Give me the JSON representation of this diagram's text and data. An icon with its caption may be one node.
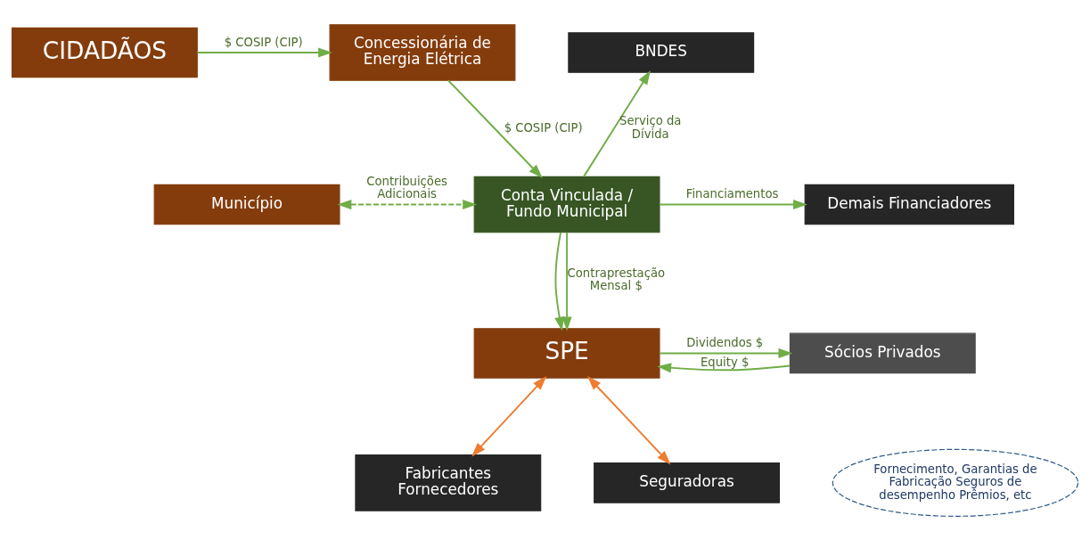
{
  "diagram": {
    "nodes": [
      {
        "text": [
          "CIDADÃOS"
        ]
      },
      {
        "text": [
          "Concessionária de Energia Elétrica"
        ]
      },
      {
        "text": [
          "BNDES"
        ]
      },
      {
        "text": [
          "Demais Financiadores"
        ]
      },
      {
        "text": [
          "Conta Vinculada / Fundo Municipal"
        ]
      },
      {
        "text": [
          "Município"
        ]
      },
      {
        "text": [
          "SPE"
        ]
      },
      {
        "text": [
          "Sócios Privados"
        ]
      },
      {
        "text": [
          "Fabricantes Fornecedores"
        ]
      },
      {
        "text": [
          "Fornecimento, Garantias de Fabricação Seguros de desempenho Prêmios, etc"
        ]
      },
      {
        "text": [
          "Seguradoras"
        ]
      }
    ],
    "edges": [
      {
        "from": 0,
        "to": 1,
        "arrow": "to",
        "label": "$ COSIP (CIP)"
      },
      {
        "from": 1,
        "to": 4,
        "arrow": "to",
        "label": "$ COSIP (CIP)"
      },
      {
        "from": 5,
        "to": 4,
        "arrow": "both",
        "label": "Contribuições Adicionais",
        "style": "dashed"
      },
      {
        "from": 4,
        "to": 2,
        "arrow": "to",
        "label": "Serviço da Dívida"
      },
      {
        "from": 4,
        "to": 3,
        "arrow": "to",
        "label": "Financiamentos"
      },
      {
        "from": 4,
        "to": 6,
        "arrow": "to"
      },
      {
        "from": 4,
        "to": 6,
        "arrow": "to",
        "label": "Contraprestação Mensal $"
      },
      {
        "from": 7,
        "to": 6,
        "arrow": "to",
        "label": "Equity $"
      },
      {
        "from": 6,
        "to": 7,
        "arrow": "to",
        "label": "Dividendos $"
      },
      {
        "from": 6,
        "to": 8,
        "arrow": "both",
        "color": "#ed7d31"
      },
      {
        "from": 6,
        "to": 10,
        "arrow": "both",
        "color": "#ed7d31"
      }
    ]
  }
}
